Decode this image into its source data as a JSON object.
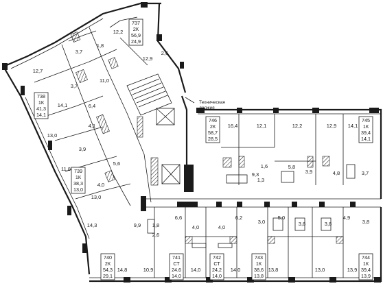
{
  "technical_loggia": [
    "Техническая",
    "лоджия"
  ],
  "apartments": [
    {
      "id": "737",
      "type": "2К",
      "total": "56,9",
      "living": "24,9"
    },
    {
      "id": "738",
      "type": "1К",
      "total": "41,3",
      "living": "14,1"
    },
    {
      "id": "739",
      "type": "1К",
      "total": "38,3",
      "living": "13,0"
    },
    {
      "id": "740",
      "type": "2К",
      "total": "54,3",
      "living": "29,1"
    },
    {
      "id": "741",
      "type": "СТ",
      "total": "24,6",
      "living": "14,0"
    },
    {
      "id": "742",
      "type": "СТ",
      "total": "24,2",
      "living": "14,0"
    },
    {
      "id": "743",
      "type": "1К",
      "total": "38,6",
      "living": "13,8"
    },
    {
      "id": "744",
      "type": "1К",
      "total": "39,4",
      "living": "13,9"
    },
    {
      "id": "745",
      "type": "1К",
      "total": "39,4",
      "living": "14,1"
    },
    {
      "id": "746",
      "type": "2К",
      "total": "58,7",
      "living": "28,5"
    }
  ],
  "room_areas": [
    "12,2",
    "3,7",
    "1,8",
    "2,6",
    "12,9",
    "12,7",
    "3,7",
    "11,0",
    "14,1",
    "6,4",
    "4,1",
    "13,0",
    "3,9",
    "5,6",
    "11,8",
    "4,0",
    "13,0",
    "14,3",
    "9,9",
    "1,8",
    "2,6",
    "6,6",
    "4,0",
    "4,0",
    "6,2",
    "3,0",
    "5,0",
    "3,8",
    "3,8",
    "4,9",
    "3,8",
    "14,8",
    "10,9",
    "14,0",
    "14,0",
    "13,8",
    "13,0",
    "13,9",
    "16,4",
    "12,1",
    "12,2",
    "12,9",
    "14,1",
    "1,6",
    "1,3",
    "9,3",
    "5,8",
    "3,9",
    "4,8",
    "3,7"
  ],
  "colors": {
    "wall": "#1a1a1a",
    "shaft": "#c9c9c9",
    "background": "#ffffff"
  }
}
